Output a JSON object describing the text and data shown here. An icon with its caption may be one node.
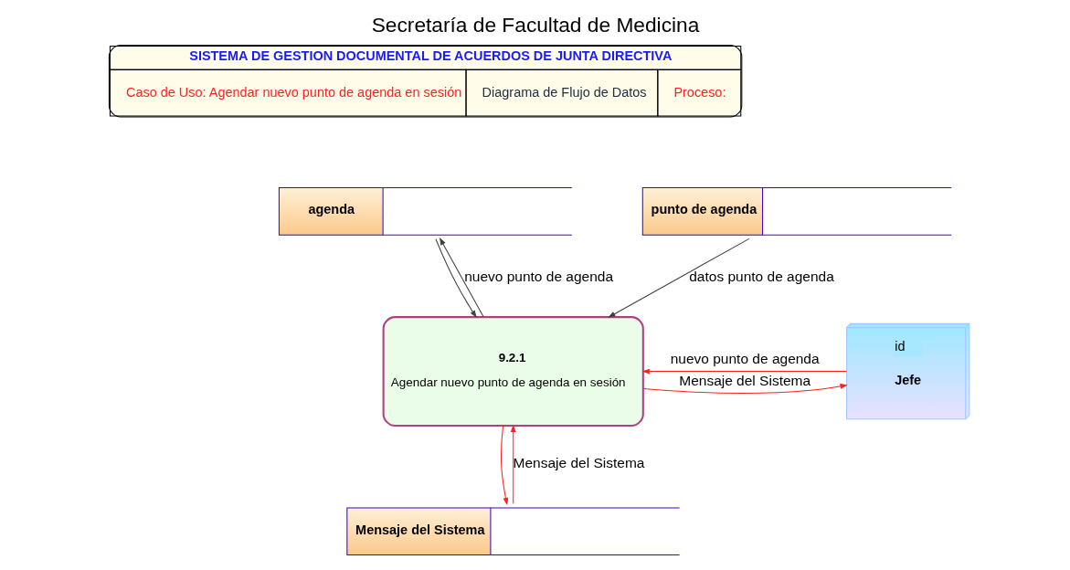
{
  "diagram": {
    "title": "Secretaría de Facultad de Medicina",
    "nodes": [
      {
        "text": [
          "agenda"
        ]
      },
      {
        "text": [
          "punto de agenda"
        ]
      },
      {
        "text": [
          "id",
          "Jefe"
        ]
      },
      {
        "text": [
          "9.2.1",
          "Agendar nuevo punto de agenda en sesión"
        ]
      },
      {
        "text": [
          "Mensaje del Sistema"
        ]
      }
    ],
    "edges": [
      {
        "from": 3,
        "to": 0,
        "arrow": "to",
        "label": "nuevo punto de agenda",
        "color": "#404040"
      },
      {
        "from": 0,
        "to": 3,
        "arrow": "to",
        "color": "#404040"
      },
      {
        "from": 1,
        "to": 3,
        "arrow": "to",
        "label": "datos punto de agenda",
        "color": "#404040"
      },
      {
        "from": 3,
        "to": 2,
        "arrow": "to",
        "label": "Mensaje del Sistema"
      },
      {
        "from": 2,
        "to": 3,
        "arrow": "to",
        "label": "nuevo punto de agenda"
      },
      {
        "from": 4,
        "to": 3,
        "arrow": "to",
        "label": "Mensaje del Sistema"
      },
      {
        "from": 3,
        "to": 4,
        "arrow": "to"
      }
    ],
    "labels": [
      "SISTEMA DE GESTION DOCUMENTAL DE ACUERDOS DE JUNTA DIRECTIVA",
      "Caso de Uso: Agendar nuevo punto de agenda en sesión",
      "Diagrama de Flujo de Datos",
      "Proceso:"
    ]
  }
}
